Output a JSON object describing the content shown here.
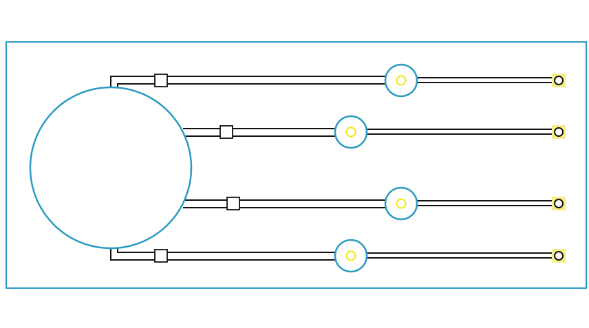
{
  "diagram": {
    "type": "channel-network",
    "colors": {
      "background": "#ffffff",
      "border": "#2a9bc0",
      "reservoir": "#2a9bc0",
      "valve_ring": "#2a9bc0",
      "valve_core": "#f5e600",
      "outlet_pad": "#f7ee8a",
      "channel": "#111111",
      "junction": "#111111"
    },
    "channel_count": 4,
    "channels": [
      {
        "id": "channel-1",
        "has_junction": true,
        "has_valve": true,
        "has_outlet": true
      },
      {
        "id": "channel-2",
        "has_junction": true,
        "has_valve": true,
        "has_outlet": true
      },
      {
        "id": "channel-3",
        "has_junction": true,
        "has_valve": true,
        "has_outlet": true
      },
      {
        "id": "channel-4",
        "has_junction": true,
        "has_valve": true,
        "has_outlet": true
      }
    ]
  }
}
